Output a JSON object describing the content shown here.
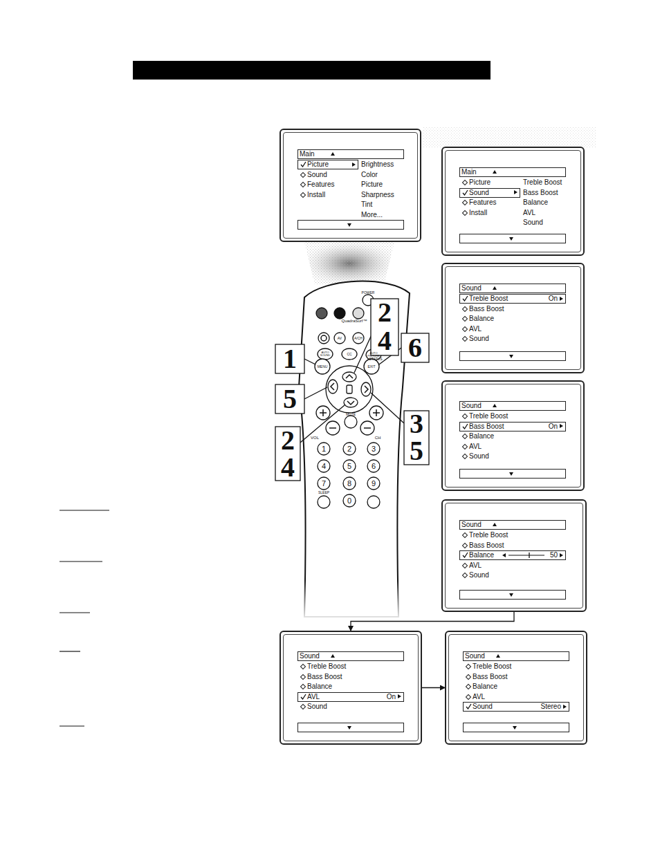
{
  "diagram": {
    "nodes": [
      {
        "text": [
          "Main",
          "Picture",
          "Sound",
          "Features",
          "Install",
          "Brightness",
          "Color",
          "Picture",
          "Sharpness",
          "Tint",
          "More..."
        ]
      },
      {
        "text": [
          "Main",
          "Picture",
          "Sound",
          "Features",
          "Install",
          "Treble Boost",
          "Bass Boost",
          "Balance",
          "AVL",
          "Sound"
        ]
      },
      {
        "text": [
          "Sound",
          "Treble Boost",
          "Bass Boost",
          "Balance",
          "AVL",
          "Sound",
          "On"
        ]
      },
      {
        "text": [
          "Sound",
          "Treble Boost",
          "Bass Boost",
          "Balance",
          "AVL",
          "Sound",
          "On"
        ]
      },
      {
        "text": [
          "Sound",
          "Treble Boost",
          "Bass Boost",
          "Balance",
          "AVL",
          "Sound",
          "50"
        ]
      },
      {
        "text": [
          "Sound",
          "Treble Boost",
          "Bass Boost",
          "Balance",
          "AVL",
          "Sound",
          "On"
        ]
      },
      {
        "text": [
          "Sound",
          "Treble Boost",
          "Bass Boost",
          "Balance",
          "AVL",
          "Sound",
          "Stereo"
        ]
      }
    ],
    "edges": [
      {
        "from": 4,
        "to": 5,
        "arrow": "to"
      },
      {
        "from": 5,
        "to": 6,
        "arrow": "to"
      }
    ],
    "labels": [
      "1",
      "2",
      "4",
      "6",
      "5",
      "3",
      "5",
      "2",
      "4",
      "POWER",
      "QuadraSurf™",
      "AV",
      "A/CH",
      "AUTO SOUND",
      "CC",
      "AUTO PICTURE",
      "STATUS",
      "EXIT",
      "MENU",
      "MUTE",
      "VOL",
      "CH",
      "1",
      "2",
      "3",
      "4",
      "5",
      "6",
      "7",
      "8",
      "9",
      "0",
      "SLEEP"
    ]
  }
}
